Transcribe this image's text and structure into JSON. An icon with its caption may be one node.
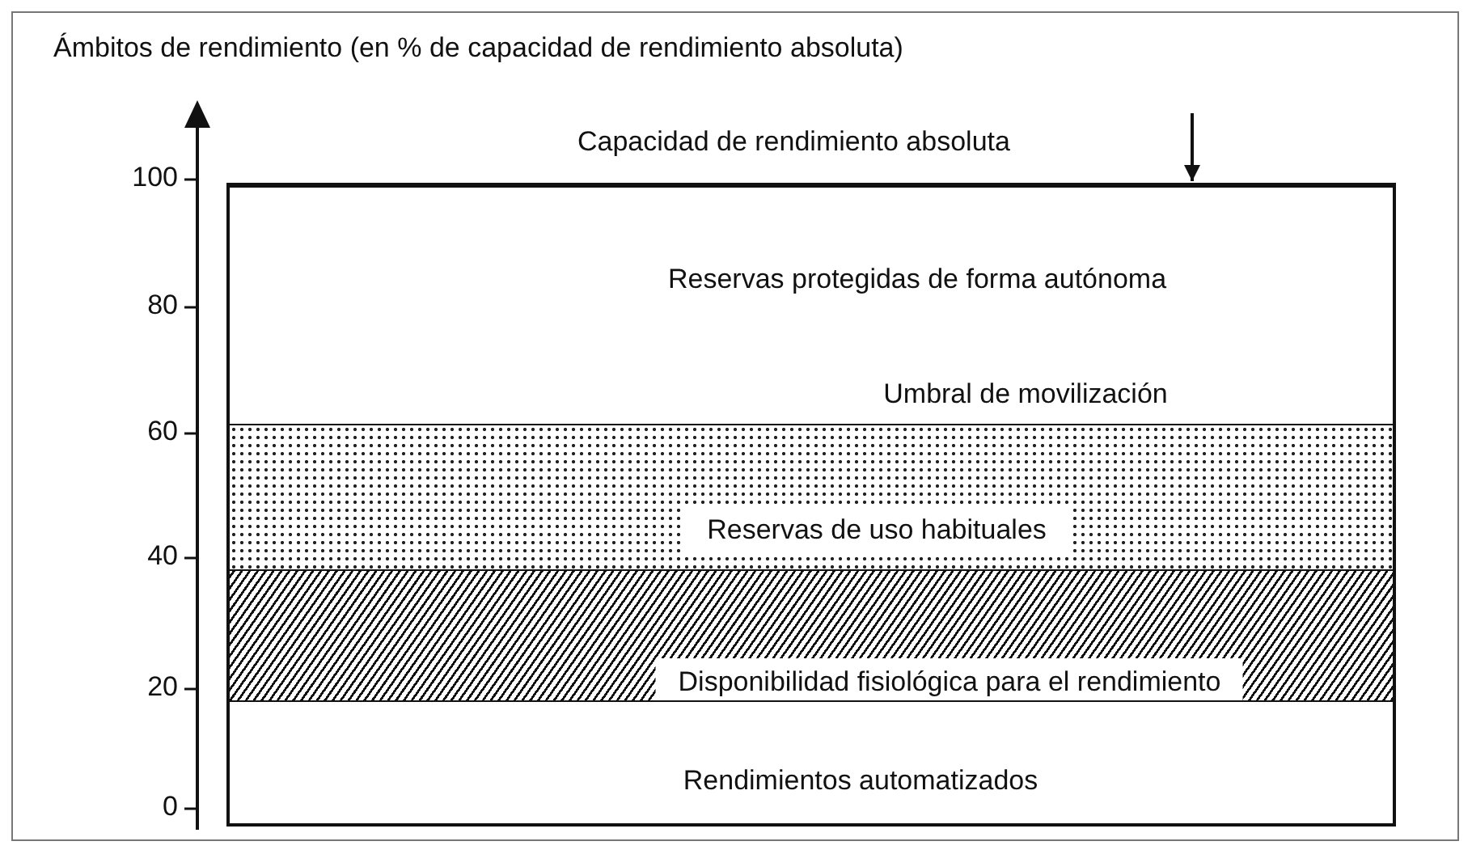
{
  "diagram": {
    "nodes": [
      {
        "text": [
          "Capacidad de rendimiento absoluta"
        ]
      },
      {
        "text": [
          "Reservas protegidas de forma autónoma",
          "Umbral de movilización"
        ]
      },
      {
        "text": [
          "Reservas de uso habituales"
        ]
      },
      {
        "text": [
          "Disponibilidad fisiológica para el rendimiento"
        ]
      },
      {
        "text": [
          "Rendimientos automatizados"
        ]
      }
    ],
    "edges": [
      {
        "from": null,
        "to": 1,
        "arrow": "to"
      }
    ],
    "labels": [
      "Ámbitos de rendimiento (en % de capacidad de rendimiento absoluta)",
      "100",
      "80",
      "60",
      "40",
      "20",
      "0"
    ]
  }
}
